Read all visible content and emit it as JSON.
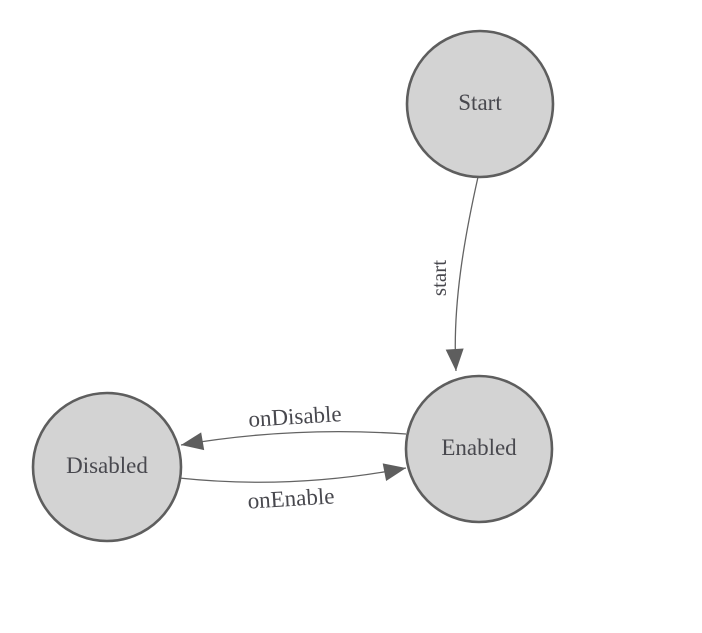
{
  "diagram": {
    "type": "state-machine",
    "background": "#ffffff",
    "colors": {
      "node_fill": "#d3d3d3",
      "node_border": "#5e5e5e",
      "edge_line": "#636363",
      "arrowhead": "#5e5e5e",
      "label_text": "#48484e"
    },
    "nodes": [
      {
        "id": "start",
        "label": "Start"
      },
      {
        "id": "enabled",
        "label": "Enabled"
      },
      {
        "id": "disabled",
        "label": "Disabled"
      }
    ],
    "edges": [
      {
        "from": "start",
        "to": "enabled",
        "label": "start"
      },
      {
        "from": "enabled",
        "to": "disabled",
        "label": "onDisable"
      },
      {
        "from": "disabled",
        "to": "enabled",
        "label": "onEnable"
      }
    ]
  }
}
